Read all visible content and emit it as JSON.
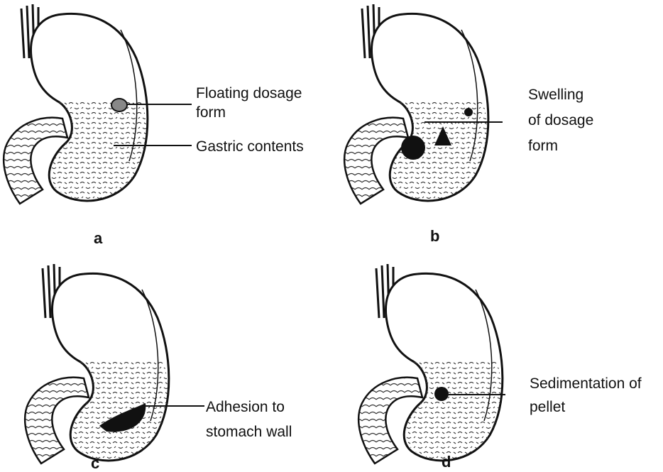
{
  "panels": {
    "a": {
      "letter": "a",
      "labels": [
        {
          "lines": [
            "Floating dosage",
            "form"
          ]
        },
        {
          "lines": [
            "Gastric contents"
          ]
        }
      ]
    },
    "b": {
      "letter": "b",
      "labels": [
        {
          "lines": [
            "Swelling",
            "of dosage",
            "form"
          ]
        }
      ]
    },
    "c": {
      "letter": "c",
      "labels": [
        {
          "lines": [
            "Adhesion to",
            "stomach wall"
          ]
        }
      ]
    },
    "d": {
      "letter": "d",
      "labels": [
        {
          "lines": [
            "Sedimentation of",
            "pellet"
          ]
        }
      ]
    }
  }
}
